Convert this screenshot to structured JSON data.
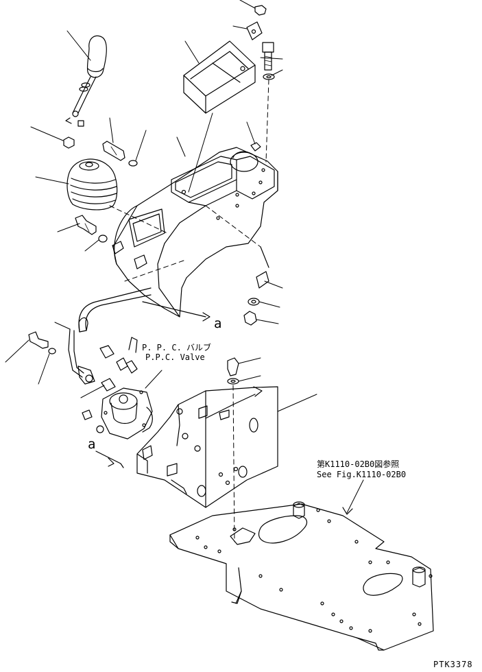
{
  "labels": {
    "valve_jp": "P. P. C. バルブ",
    "valve_en": "P.P.C. Valve",
    "ref_jp": "第K1110-02B0図参照",
    "ref_en": "See Fig.K1110-02B0",
    "connector_a_upper": "a",
    "connector_a_lower": "a",
    "drawing_code": "PTK3378"
  }
}
